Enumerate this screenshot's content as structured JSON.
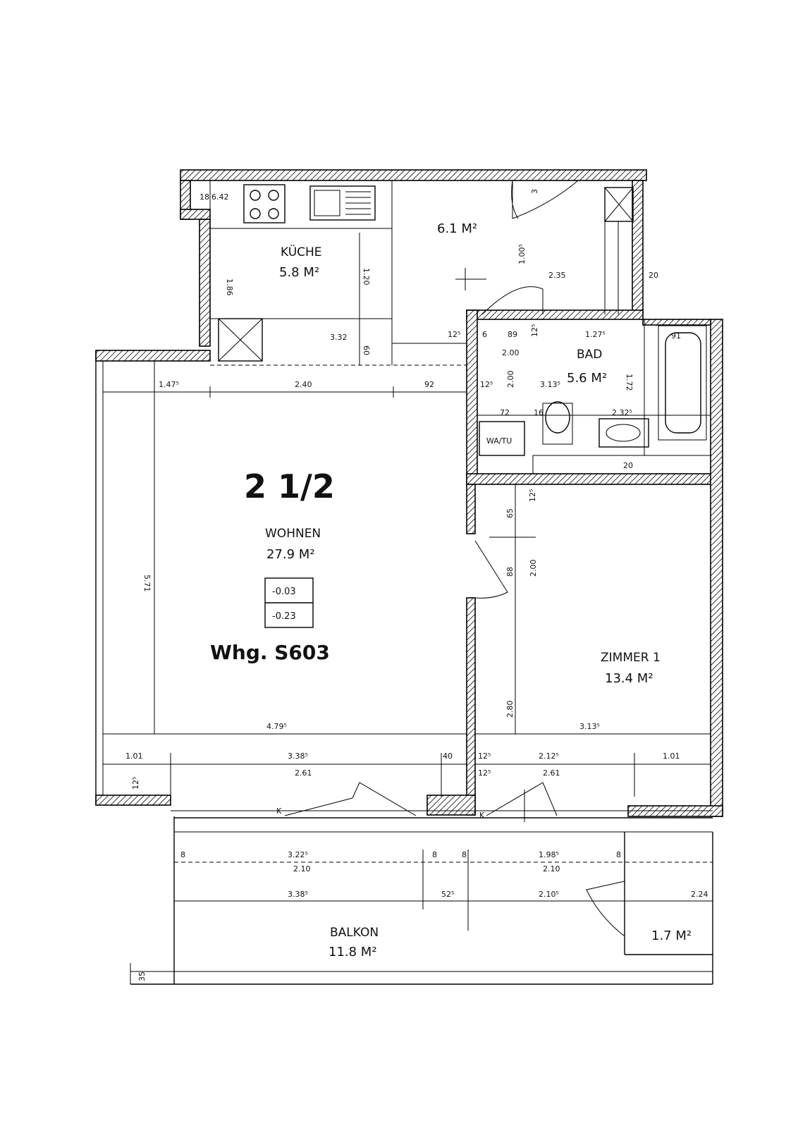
{
  "unit": {
    "rooms_count": "2 1/2",
    "name": "Whg. S603",
    "levels": [
      "-0.03",
      "-0.23"
    ]
  },
  "rooms": {
    "kueche": {
      "name": "KÜCHE",
      "area": "5.8 M²"
    },
    "flur": {
      "area": "6.1 M²"
    },
    "bad": {
      "name": "BAD",
      "area": "5.6 M²"
    },
    "wohnen": {
      "name": "WOHNEN",
      "area": "27.9 M²"
    },
    "zimmer1": {
      "name": "ZIMMER 1",
      "area": "13.4 M²"
    },
    "balkon": {
      "name": "BALKON",
      "area": "11.8 M²"
    },
    "abstell": {
      "area": "1.7 M²"
    }
  },
  "labels": {
    "waschturm": "WA/TU",
    "k_left": "K",
    "k_right": "K"
  },
  "dimensions": {
    "d_18": "18",
    "d_642": "6.42",
    "d_186": "1.86",
    "d_120": "1.20",
    "d_332": "3.32",
    "d_60": "60",
    "d_100": "1.00⁵",
    "d_235": "2.35",
    "d_20": "20",
    "d_3": "3",
    "d_125a": "12⁵",
    "d_6": "6",
    "d_89": "89",
    "d_125b": "12⁵",
    "d_1275": "1.27⁵",
    "d_200a": "2.00",
    "d_1475": "1.47⁵",
    "d_240": "2.40",
    "d_92": "92",
    "d_125c": "12⁵",
    "d_200b": "2.00",
    "d_3135a": "3.13⁵",
    "d_172": "1.72",
    "d_72": "72",
    "d_16": "16",
    "d_2325": "2.32⁵",
    "d_91": "91",
    "d_20b": "20",
    "d_571": "5.71",
    "d_125d": "12⁵",
    "d_65": "65",
    "d_88": "88",
    "d_200c": "2.00",
    "d_280": "2.80",
    "d_4795": "4.79⁵",
    "d_3135b": "3.13⁵",
    "d_101a": "1.01",
    "d_3385a": "3.38⁵",
    "d_40": "40",
    "d_125e": "12⁵",
    "d_2125": "2.12⁵",
    "d_101b": "1.01",
    "d_125f": "12⁵",
    "d_261a": "2.61",
    "d_125g": "12⁵",
    "d_261b": "2.61",
    "d_8a": "8",
    "d_3225": "3.22⁵",
    "d_8b": "8",
    "d_8c": "8",
    "d_1985": "1.98⁵",
    "d_8d": "8",
    "d_210a": "2.10",
    "d_210b": "2.10",
    "d_3385b": "3.38⁵",
    "d_525": "52⁵",
    "d_2105": "2.10⁵",
    "d_224": "2.24",
    "d_35": "35"
  }
}
